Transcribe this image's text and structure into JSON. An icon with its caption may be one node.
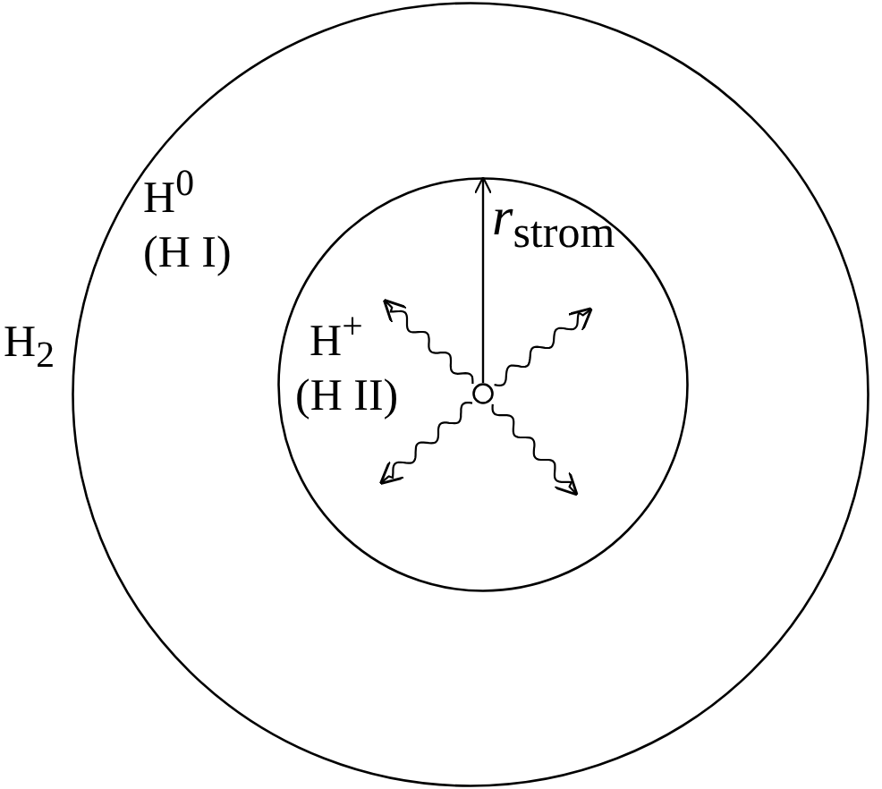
{
  "diagram": {
    "nodes": [
      {
        "text": [
          "H$^{0}$",
          "(H I)"
        ]
      },
      {
        "text": [
          "H$^{+}$",
          "(H II)"
        ],
        "in": 0
      },
      {
        "text": [],
        "shape": "circle",
        "in": 1
      }
    ],
    "edges": [
      {
        "from": 2,
        "to": 1,
        "arrow": "to",
        "label": "*r*$_{strom}$"
      }
    ],
    "labels": [
      "H$_{2}$"
    ]
  }
}
